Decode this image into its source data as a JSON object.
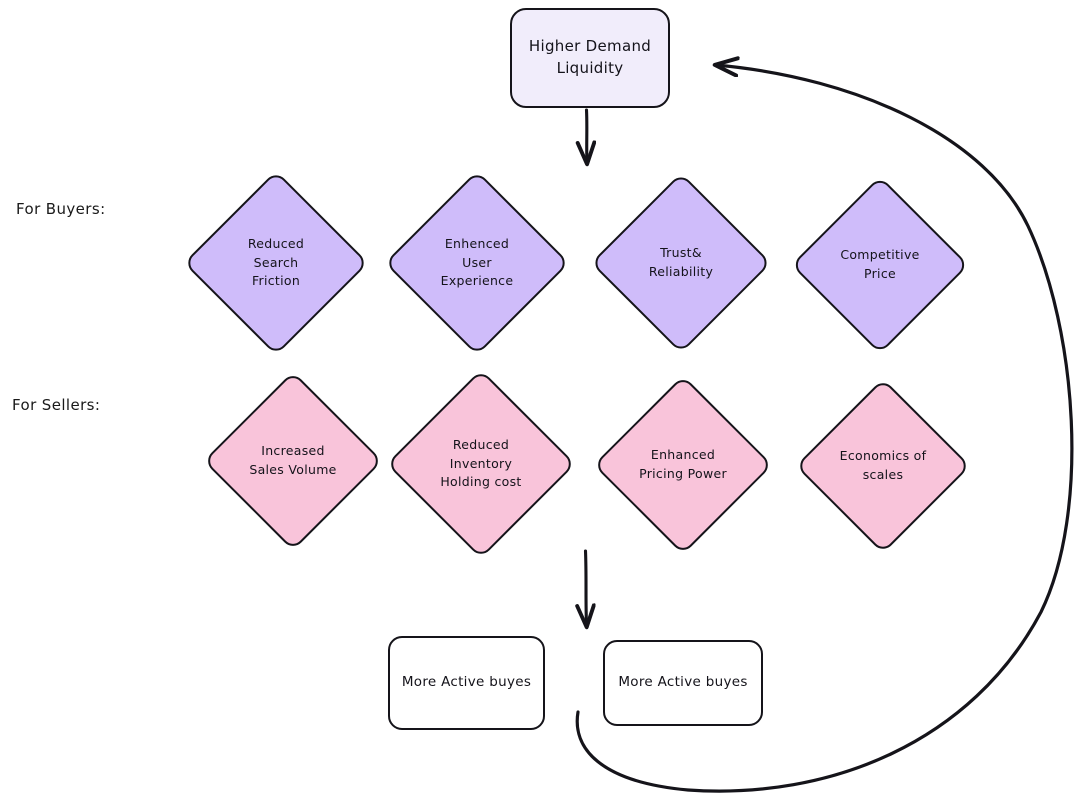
{
  "diagram": {
    "title_node": {
      "label": "Higher Demand\nLiquidity",
      "fill": "#f1edfb",
      "stroke": "#15141a"
    },
    "row_labels": {
      "buyers": "For Buyers:",
      "sellers": "For Sellers:"
    },
    "buyers": {
      "fill": "#cfbcfa",
      "items": [
        {
          "label": "Reduced\nSearch\nFriction"
        },
        {
          "label": "Enhenced\nUser\nExperience"
        },
        {
          "label": "Trust&\nReliability"
        },
        {
          "label": "Competitive\nPrice"
        }
      ]
    },
    "sellers": {
      "fill": "#f9c4da",
      "items": [
        {
          "label": "Increased\nSales Volume"
        },
        {
          "label": "Reduced\nInventory\nHolding cost"
        },
        {
          "label": "Enhanced\nPricing Power"
        },
        {
          "label": "Economics of\nscales"
        }
      ]
    },
    "outcomes": [
      {
        "label": "More Active buyes"
      },
      {
        "label": "More Active buyes"
      }
    ],
    "edges": {
      "stroke": "#15141a",
      "arrow_down_top": "arrow-top-to-buyers",
      "arrow_down_bottom": "arrow-sellers-to-outcomes",
      "feedback_loop": "feedback-loop-to-higher-demand"
    }
  }
}
